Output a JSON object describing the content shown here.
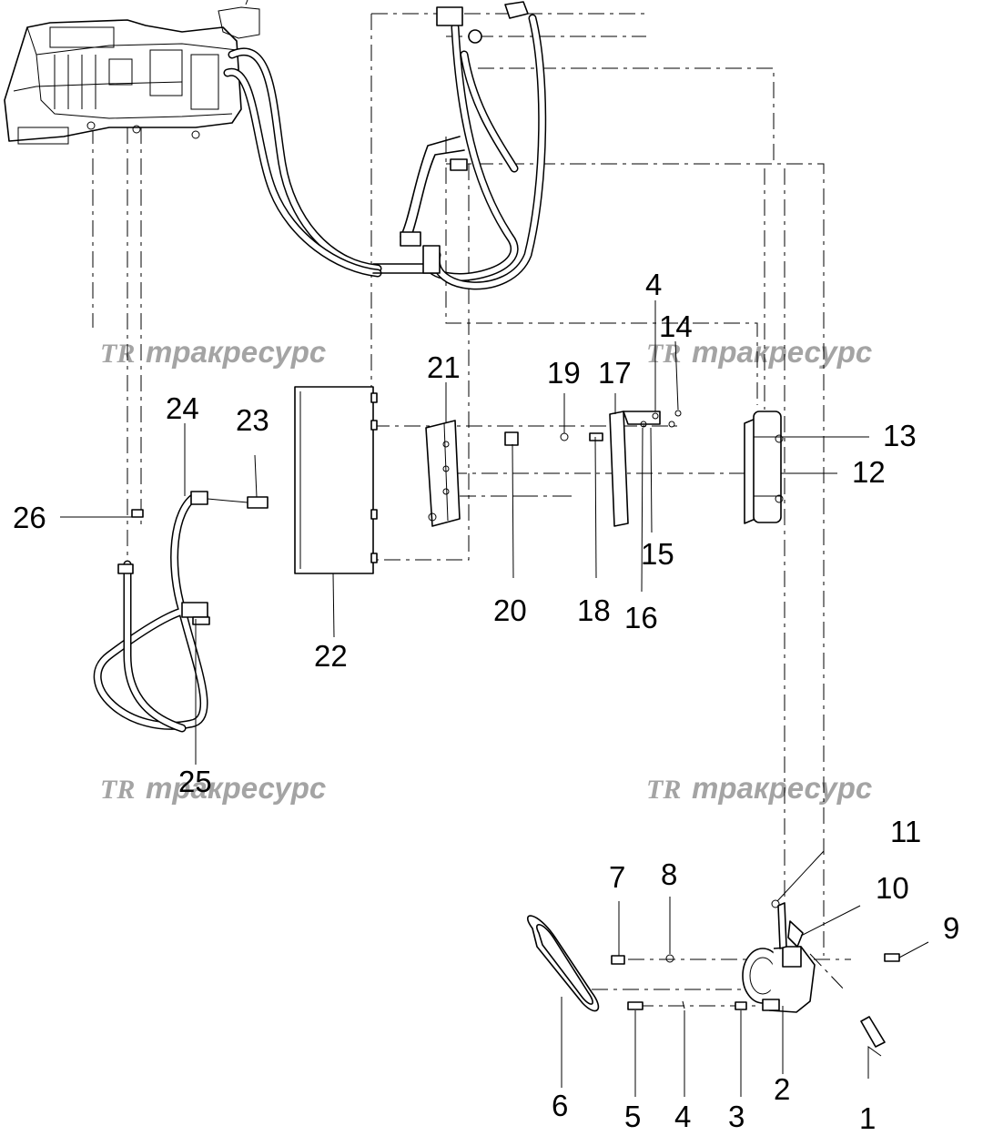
{
  "watermark": {
    "logo": "TR",
    "text": "тракресурс"
  },
  "callouts": [
    "1",
    "2",
    "3",
    "4",
    "5",
    "6",
    "7",
    "8",
    "9",
    "10",
    "11",
    "12",
    "13",
    "14",
    "15",
    "16",
    "17",
    "18",
    "19",
    "20",
    "21",
    "22",
    "23",
    "24",
    "25",
    "26",
    "4"
  ],
  "components": [
    "compressor",
    "drive-belt",
    "condenser",
    "receiver-dryer",
    "mounting-bracket",
    "hose-assembly",
    "evaporator-unit"
  ]
}
